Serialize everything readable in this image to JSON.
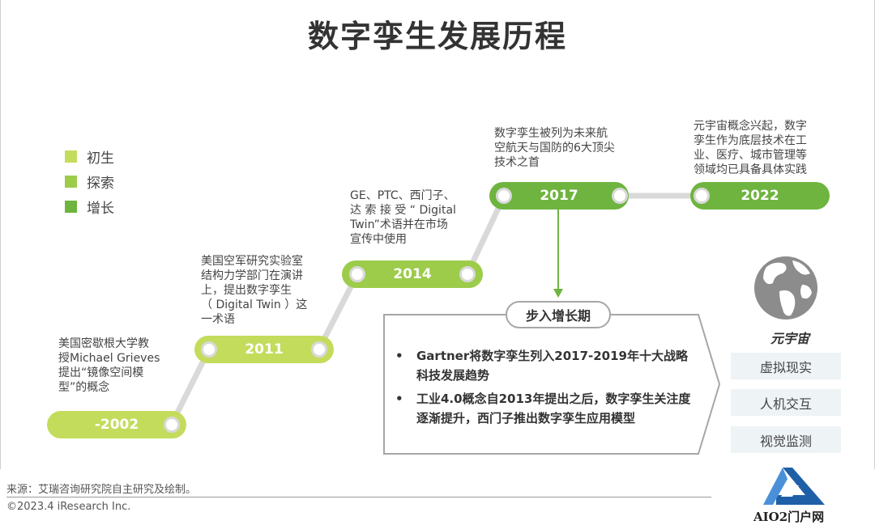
{
  "title": "数字孪生发展历程",
  "legend": [
    {
      "label": "初生",
      "color": "#c4dc5c"
    },
    {
      "label": "探索",
      "color": "#9ccc4a"
    },
    {
      "label": "增长",
      "color": "#6eb43f"
    }
  ],
  "milestones": [
    {
      "year": "-2002",
      "color": "#c4dc5c",
      "desc": [
        "美国密歇根大学教",
        "授Michael Grieves",
        "提出“镜像空间模",
        "型”的概念"
      ]
    },
    {
      "year": "2011",
      "color": "#c4dc5c",
      "desc": [
        "美国空军研究实验室",
        "结构力学部门在演讲",
        "上，提出数字孪生",
        "（ Digital Twin ）这",
        "一术语"
      ]
    },
    {
      "year": "2014",
      "color": "#9ccc4a",
      "desc": [
        "GE、PTC、西门子、",
        "达 索 接 受 “ Digital",
        "Twin”术语并在市场",
        "宣传中使用"
      ]
    },
    {
      "year": "2017",
      "color": "#6eb43f",
      "desc": [
        "数字孪生被列为未来航",
        "空航天与国防的6大顶尖",
        "技术之首"
      ]
    },
    {
      "year": "2022",
      "color": "#6eb43f",
      "desc": [
        "元宇宙概念兴起，数字",
        "孪生作为底层技术在工",
        "业、医疗、城市管理等",
        "领域均已具备具体实践"
      ]
    }
  ],
  "growth": {
    "tag": "步入增长期",
    "bullets": [
      "Gartner将数字孪生列入2017-2019年十大战略科技发展趋势",
      "工业4.0概念自2013年提出之后，数字孪生关注度逐渐提升，西门子推出数字孪生应用模型"
    ]
  },
  "metaverse": {
    "title": "元宇宙",
    "items": [
      "虚拟现实",
      "人机交互",
      "视觉监测"
    ],
    "icon": "globe-icon"
  },
  "footer": {
    "source": "来源：艾瑞咨询研究院自主研究及绘制。",
    "copyright": "©2023.4 iResearch Inc."
  },
  "watermark": {
    "text": "AIO2门户网"
  }
}
